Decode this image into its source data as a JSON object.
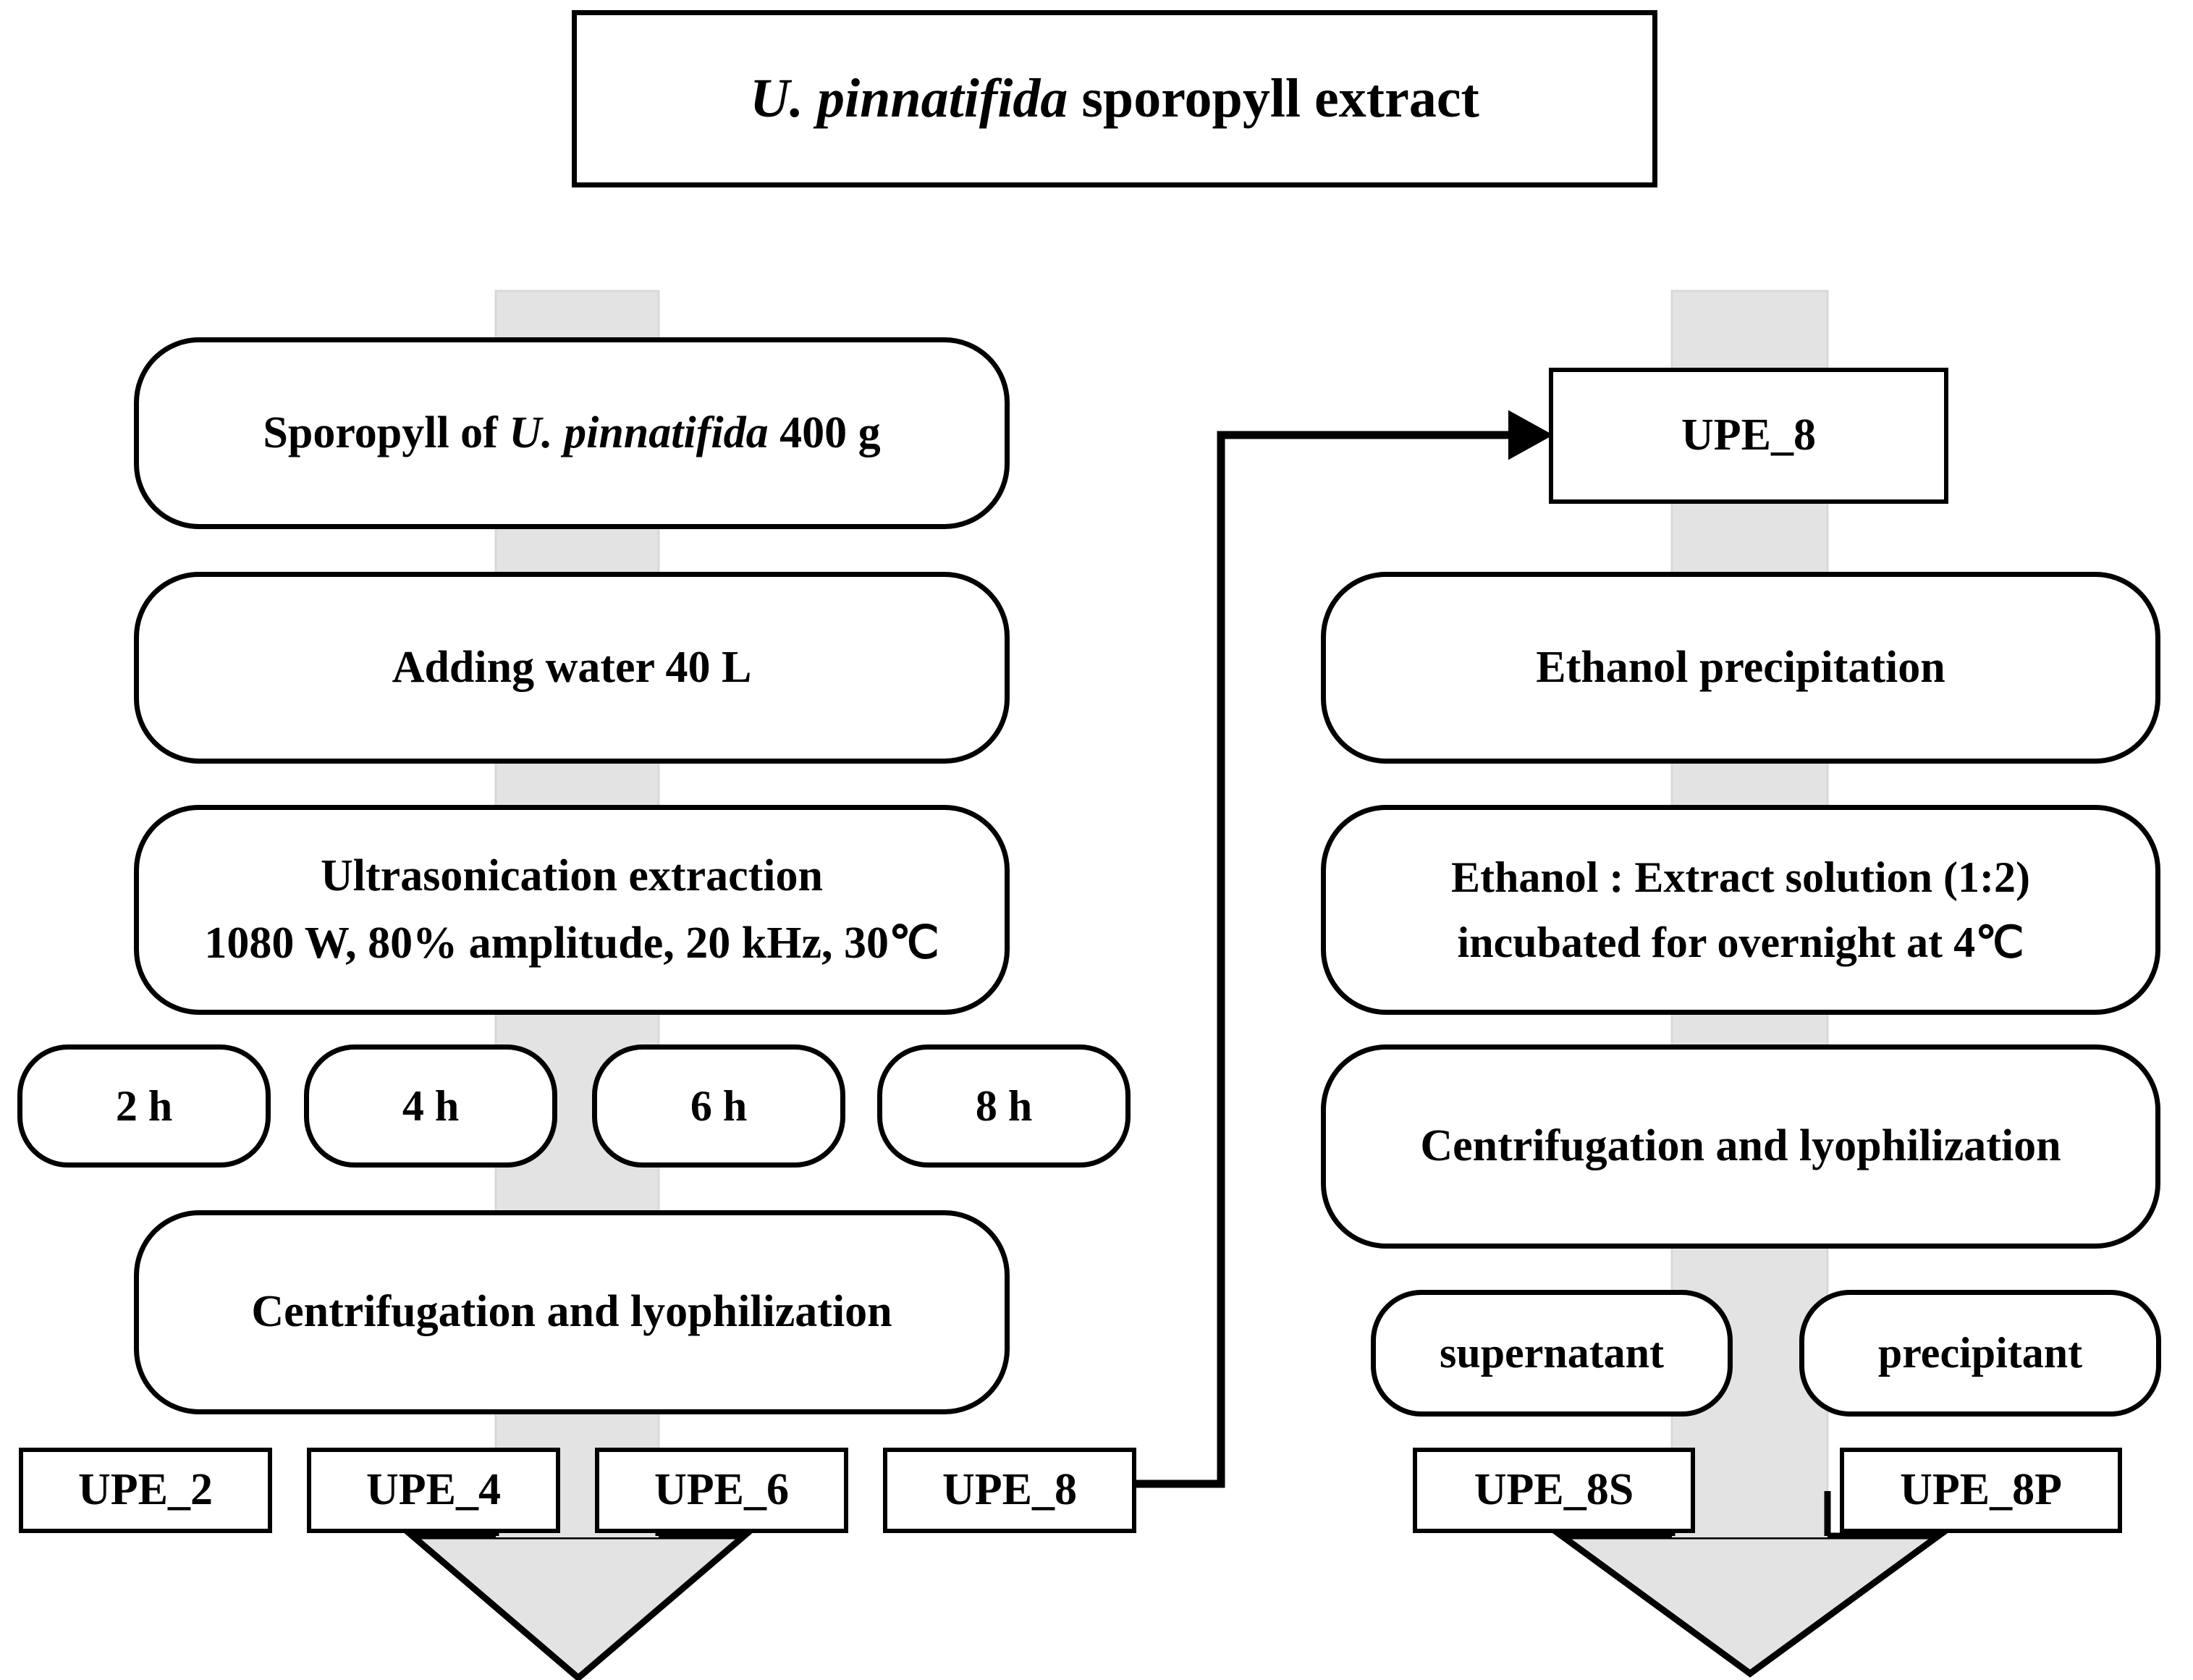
{
  "diagram": {
    "title_box": {
      "genus": "U. pinnatifida",
      "rest": " sporopyll extract"
    },
    "left_branch": {
      "steps": [
        {
          "id": "sporopyll",
          "prefix": "Sporopyll of ",
          "genus": "U. pinnatifida",
          "suffix": " 400 g"
        },
        {
          "id": "adding-water",
          "label": "Adding water 40 L"
        },
        {
          "id": "ultrasonication",
          "line1": "Ultrasonication extraction",
          "line2": "1080 W, 80% amplitude, 20 kHz, 30℃"
        },
        {
          "id": "centrifugation",
          "label": "Centrifugation  and lyophilization"
        }
      ],
      "durations": [
        {
          "label": "2 h"
        },
        {
          "label": "4 h"
        },
        {
          "label": "6 h"
        },
        {
          "label": "8 h"
        }
      ],
      "outputs": [
        {
          "label": "UPE_2"
        },
        {
          "label": "UPE_4"
        },
        {
          "label": "UPE_6"
        },
        {
          "label": "UPE_8"
        }
      ]
    },
    "right_branch": {
      "input": {
        "label": "UPE_8"
      },
      "steps": [
        {
          "id": "ethanol-precipitation",
          "label": "Ethanol precipitation"
        },
        {
          "id": "ethanol-extract-ratio",
          "line1": "Ethanol : Extract solution (1:2)",
          "line2": "incubated for overnight at 4℃"
        },
        {
          "id": "centrifugation-right",
          "label": "Centrifugation  and lyophilization"
        }
      ],
      "fractions": [
        {
          "label": "supernatant"
        },
        {
          "label": "precipitant"
        }
      ],
      "outputs": [
        {
          "label": "UPE_8S"
        },
        {
          "label": "UPE_8P"
        }
      ]
    },
    "colors": {
      "stroke": "#000000",
      "band_fill": "#e3e3e3",
      "arrow_fill": "#e3e3e3",
      "background": "#ffffff"
    }
  }
}
